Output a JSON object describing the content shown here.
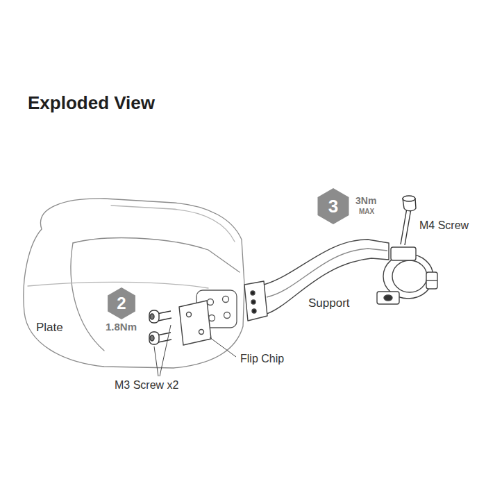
{
  "diagram": {
    "title": "Exploded View",
    "nodes": [
      {
        "text": [
          "2"
        ]
      },
      {
        "text": [
          "3"
        ]
      }
    ],
    "labels": [
      "1.8Nm",
      "3Nm",
      "MAX",
      "M4 Screw",
      "Support",
      "Plate",
      "Flip Chip",
      "M3 Screw x2"
    ]
  }
}
